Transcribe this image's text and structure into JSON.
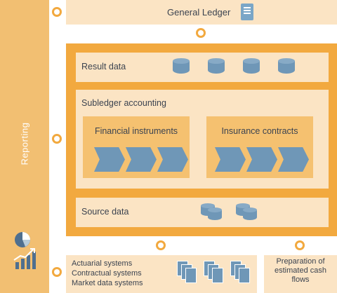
{
  "reporting": {
    "label": "Reporting"
  },
  "general_ledger": {
    "title": "General Ledger"
  },
  "result_data": {
    "title": "Result data"
  },
  "subledger": {
    "title": "Subledger accounting",
    "financial": "Financial instruments",
    "insurance": "Insurance contracts"
  },
  "source_data": {
    "title": "Source data"
  },
  "systems": {
    "lines": [
      "Actuarial systems",
      "Contractual systems",
      "Market data systems"
    ]
  },
  "cash_flows": {
    "title": "Preparation of\nestimated cash\nflows"
  },
  "colors": {
    "orange": "#f2a93f",
    "light_orange": "#fbe4c4",
    "mid_orange": "#f5c170",
    "blue": "#6f97b7",
    "text": "#3b4350"
  },
  "icons": [
    "ledger-book-icon",
    "database-icon",
    "process-arrow-icon",
    "document-stack-icon",
    "pie-chart-icon",
    "growth-bar-icon"
  ]
}
